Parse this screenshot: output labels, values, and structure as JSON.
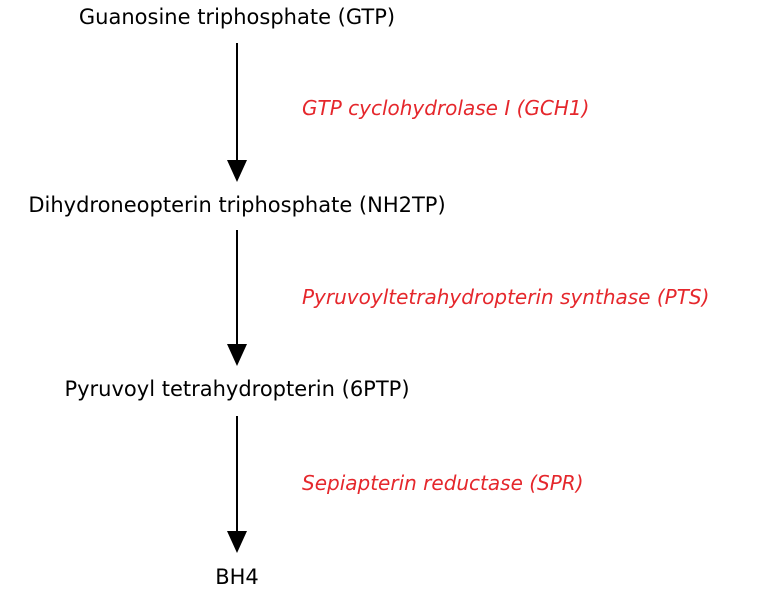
{
  "pathway": {
    "compounds": [
      "Guanosine triphosphate (GTP)",
      "Dihydroneopterin triphosphate (NH2TP)",
      "Pyruvoyl tetrahydropterin (6PTP)",
      "BH4"
    ],
    "enzymes": [
      "GTP cyclohydrolase I (GCH1)",
      "Pyruvoyltetrahydropterin synthase (PTS)",
      "Sepiapterin reductase (SPR)"
    ]
  },
  "colors": {
    "compound_text": "#000000",
    "enzyme_text": "#e5272c",
    "arrow": "#000000"
  }
}
